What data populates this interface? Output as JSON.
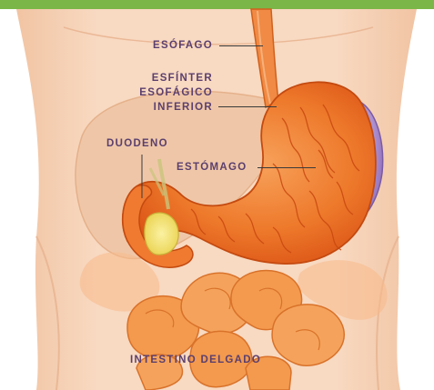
{
  "labels": {
    "esofago": "ESÓFAGO",
    "esfinter_1": "ESFÍNTER",
    "esfinter_2": "ESOFÁGICO",
    "esfinter_3": "INFERIOR",
    "duodeno": "DUODENO",
    "estomago": "ESTÓMAGO",
    "intestino": "INTESTINO DELGADO"
  },
  "colors": {
    "header_bar": "#7ab648",
    "label_text": "#5b3f6e",
    "leader_line": "#3a3a3a",
    "skin": "#f6d2b6",
    "skin_shadow": "#eab896",
    "stomach": "#ee6a1e",
    "stomach_light": "#f7a15a",
    "spleen": "#a98ccb",
    "gallbladder": "#f4e36a",
    "intestine": "#f39a4e"
  }
}
